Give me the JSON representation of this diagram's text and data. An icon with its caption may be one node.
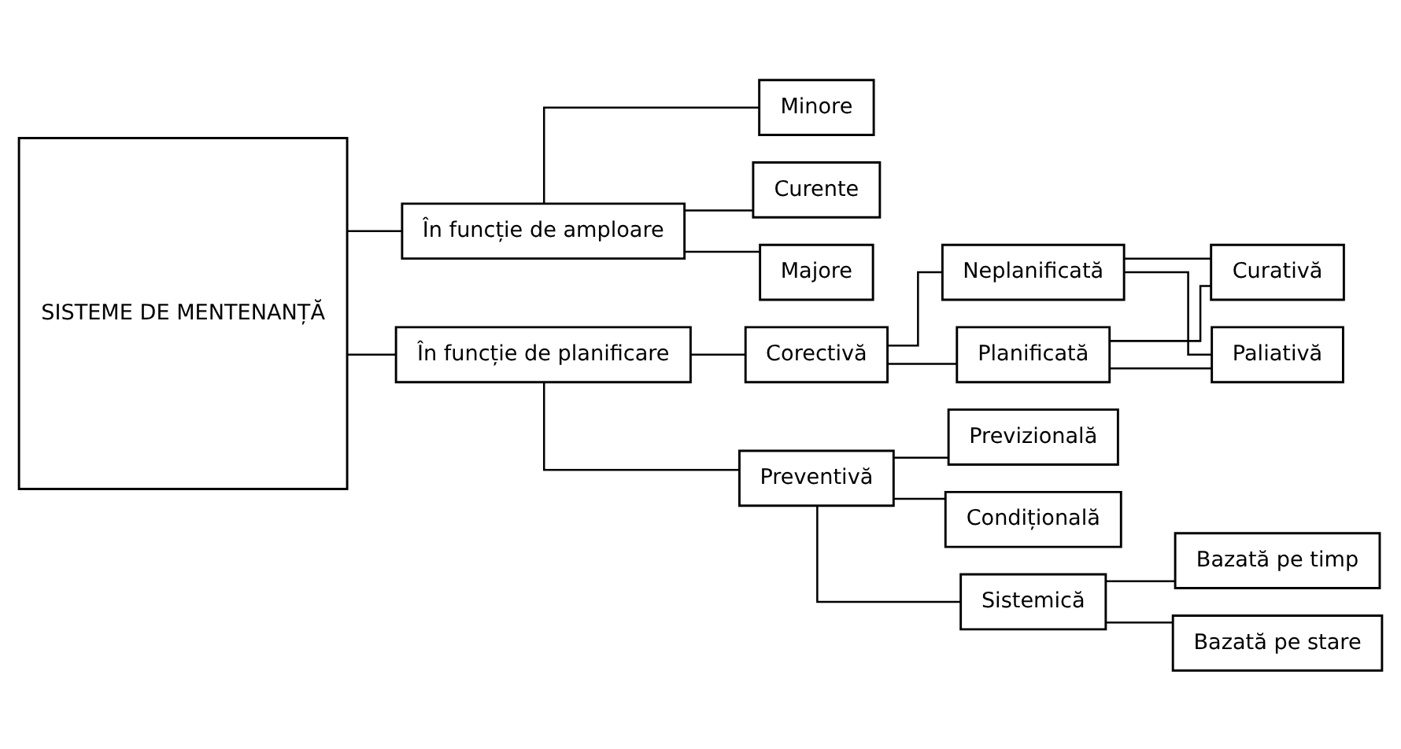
{
  "diagram": {
    "nodes": [
      {
        "text": [
          "SISTEME DE MENTENANȚĂ"
        ]
      },
      {
        "text": [
          "În funcție de amploare"
        ]
      },
      {
        "text": [
          "În funcție de planificare"
        ]
      },
      {
        "text": [
          "Minore"
        ]
      },
      {
        "text": [
          "Curente"
        ]
      },
      {
        "text": [
          "Majore"
        ]
      },
      {
        "text": [
          "Preventivă"
        ]
      },
      {
        "text": [
          "Corectivă"
        ]
      },
      {
        "text": [
          "Sistemică"
        ]
      },
      {
        "text": [
          "Previzională"
        ]
      },
      {
        "text": [
          "Condițională"
        ]
      },
      {
        "text": [
          "Bazată pe timp"
        ]
      },
      {
        "text": [
          "Bazată pe stare"
        ]
      },
      {
        "text": [
          "Planificată"
        ]
      },
      {
        "text": [
          "Neplanificată"
        ]
      },
      {
        "text": [
          "Curativă"
        ]
      },
      {
        "text": [
          "Paliativă"
        ]
      }
    ],
    "edges": [
      {
        "from": 0,
        "to": 1,
        "arrow": "none"
      },
      {
        "from": 0,
        "to": 2,
        "arrow": "none"
      },
      {
        "from": 1,
        "to": 3,
        "arrow": "none"
      },
      {
        "from": 1,
        "to": 4,
        "arrow": "none"
      },
      {
        "from": 1,
        "to": 5,
        "arrow": "none"
      },
      {
        "from": 2,
        "to": 6,
        "arrow": "none"
      },
      {
        "from": 2,
        "to": 7,
        "arrow": "none"
      },
      {
        "from": 6,
        "to": 8,
        "arrow": "none"
      },
      {
        "from": 6,
        "to": 9,
        "arrow": "none"
      },
      {
        "from": 6,
        "to": 10,
        "arrow": "none"
      },
      {
        "from": 8,
        "to": 11,
        "arrow": "none"
      },
      {
        "from": 8,
        "to": 12,
        "arrow": "none"
      },
      {
        "from": 7,
        "to": 13,
        "arrow": "none"
      },
      {
        "from": 7,
        "to": 14,
        "arrow": "none"
      },
      {
        "from": 13,
        "to": 15,
        "arrow": "none"
      },
      {
        "from": 13,
        "to": 16,
        "arrow": "none"
      },
      {
        "from": 14,
        "to": 15,
        "arrow": "none"
      },
      {
        "from": 14,
        "to": 16,
        "arrow": "none"
      }
    ]
  }
}
